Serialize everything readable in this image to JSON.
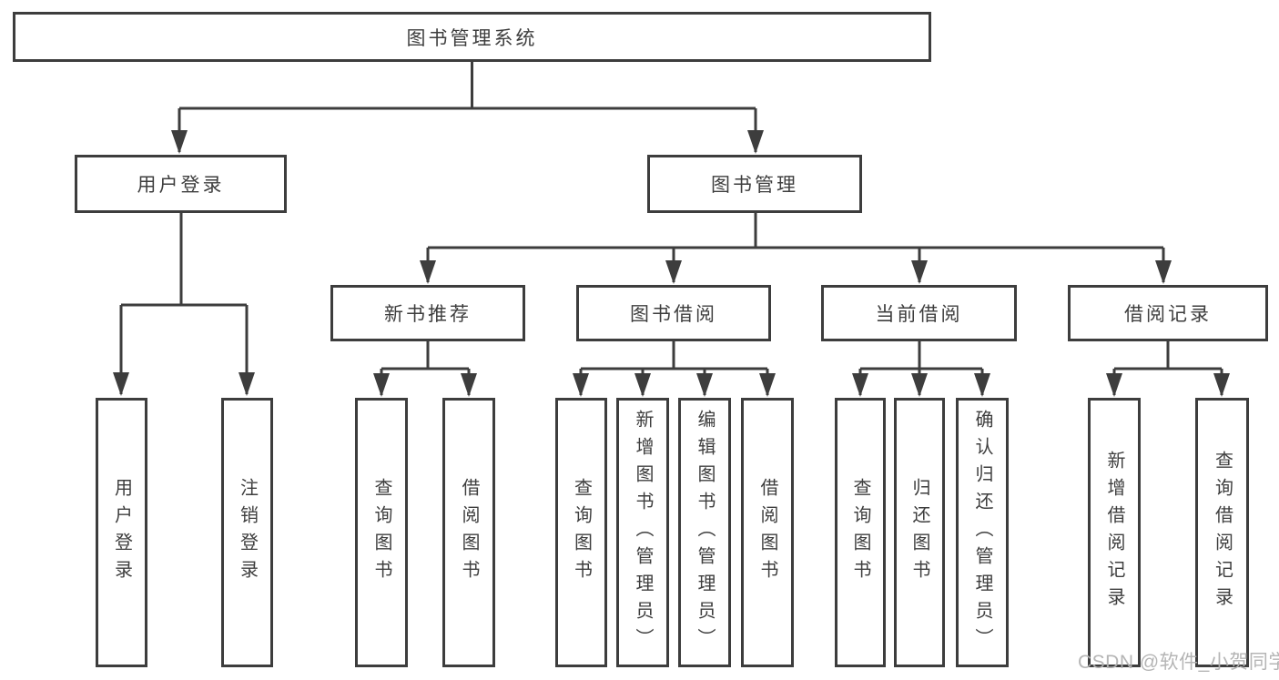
{
  "title": {
    "label": "图书管理系统"
  },
  "level2": [
    {
      "label": "用户登录"
    },
    {
      "label": "图书管理"
    }
  ],
  "level3": [
    {
      "label": "新书推荐"
    },
    {
      "label": "图书借阅"
    },
    {
      "label": "当前借阅"
    },
    {
      "label": "借阅记录"
    }
  ],
  "leaves": [
    {
      "label": "用户登录"
    },
    {
      "label": "注销登录"
    },
    {
      "label": "查询图书"
    },
    {
      "label": "借阅图书"
    },
    {
      "label": "查询图书"
    },
    {
      "label": "新增图书（管理员）"
    },
    {
      "label": "编辑图书（管理员）"
    },
    {
      "label": "借阅图书"
    },
    {
      "label": "查询图书"
    },
    {
      "label": "归还图书"
    },
    {
      "label": "确认归还（管理员）"
    },
    {
      "label": "新增借阅记录"
    },
    {
      "label": "查询借阅记录"
    }
  ],
  "watermark": {
    "text": "CSDN @软件_小贺同学",
    "color": "#b1b1b1"
  },
  "colors": {
    "line": "#3d3d3d",
    "text": "#3e3e3e",
    "background": "#ffffff"
  }
}
